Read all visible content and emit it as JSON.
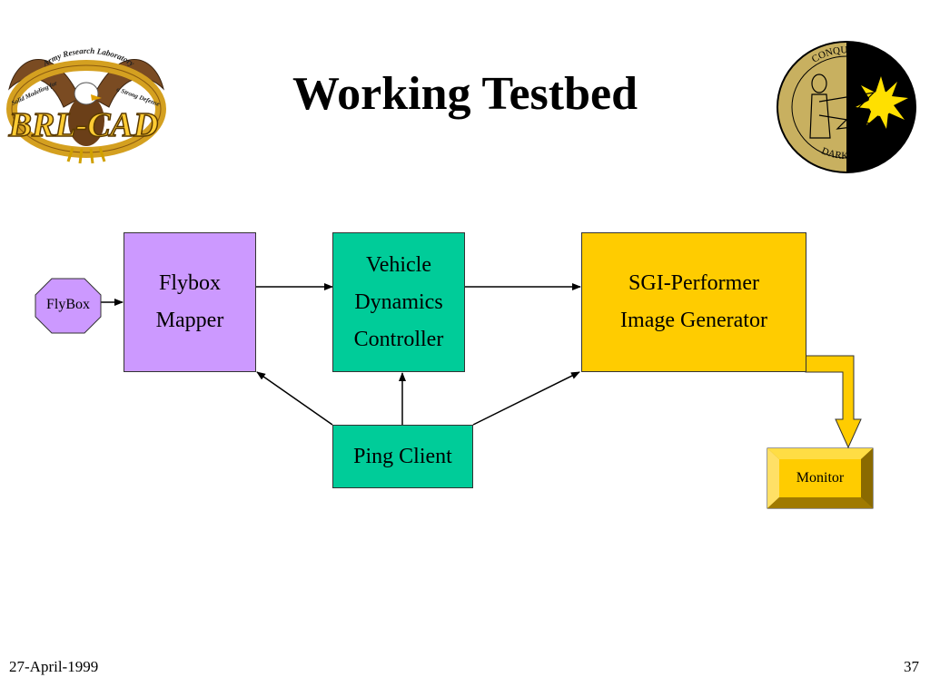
{
  "title": "Working Testbed",
  "logos": {
    "left": {
      "icon": "brl-cad-eagle-logo",
      "arc_top": "Army Research Laboratory",
      "arc_left": "Solid Modeling for",
      "arc_right": "a Strong Defense",
      "wordmark": "BRL-CAD"
    },
    "right": {
      "icon": "conquest-of-darkness-seal",
      "arc_top": "CONQUEST OF",
      "arc_bottom": "DARKNESS"
    }
  },
  "diagram": {
    "flybox_node": "FlyBox",
    "flybox_mapper": [
      "Flybox",
      "Mapper"
    ],
    "vehicle_dynamics": [
      "Vehicle",
      "Dynamics",
      "Controller"
    ],
    "sgi_performer": [
      "SGI-Performer",
      "Image Generator"
    ],
    "ping_client": "Ping Client",
    "monitor": "Monitor"
  },
  "colors": {
    "mapper": "#cc99ff",
    "vehicle": "#00cc99",
    "sgi": "#ffcc00",
    "flybox": "#cc99ff",
    "monitor": "#ffcc00",
    "arrow": "#000000"
  },
  "footer": {
    "date": "27-April-1999",
    "page": "37"
  }
}
